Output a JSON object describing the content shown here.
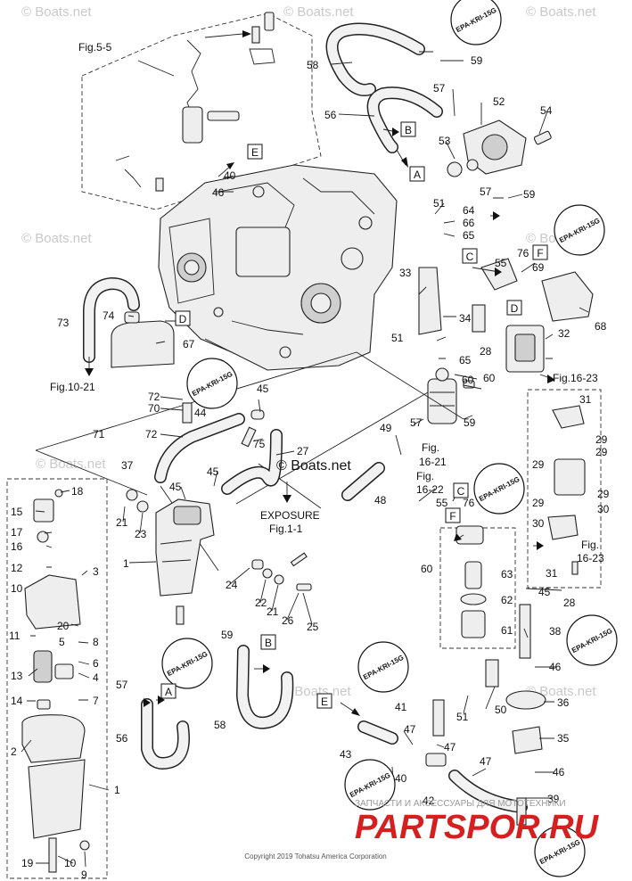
{
  "watermarks": [
    "© Boats.net",
    "© Boats.net",
    "© Boats.net",
    "© Boats.net",
    "© Boats.net",
    "© Boats.net",
    "© Boats.net",
    "© Boats.net"
  ],
  "center_watermark": "© Boats.net",
  "figure_refs": {
    "fig_5_5": "Fig.5-5",
    "fig_10_21": "Fig.10-21",
    "fig_16_23_top": "Fig.16-23",
    "fig_16_21": "Fig.",
    "fig_16_21b": "16-21",
    "fig_16_22": "Fig.",
    "fig_16_22b": "16-22",
    "fig_16_23_bottom": "Fig.",
    "fig_16_23_bottomb": "16-23",
    "exposure": "EXPOSURE",
    "fig_1_1": "Fig.1-1"
  },
  "badge_text": "EPA-KRI-15G",
  "box_letters": [
    "A",
    "B",
    "C",
    "D",
    "E",
    "F"
  ],
  "callouts": [
    "1",
    "2",
    "3",
    "4",
    "5",
    "6",
    "7",
    "8",
    "9",
    "10",
    "11",
    "12",
    "13",
    "14",
    "15",
    "16",
    "17",
    "18",
    "19",
    "20",
    "21",
    "22",
    "23",
    "24",
    "25",
    "26",
    "27",
    "28",
    "29",
    "30",
    "31",
    "32",
    "33",
    "34",
    "35",
    "36",
    "37",
    "38",
    "39",
    "40",
    "41",
    "42",
    "43",
    "44",
    "45",
    "46",
    "47",
    "48",
    "49",
    "50",
    "51",
    "52",
    "53",
    "54",
    "55",
    "56",
    "57",
    "58",
    "59",
    "60",
    "61",
    "62",
    "63",
    "64",
    "65",
    "66",
    "67",
    "68",
    "69",
    "70",
    "71",
    "72",
    "73",
    "74",
    "75",
    "76"
  ],
  "shop_line": "ЗАПЧАСТИ И АКСЕССУАРЫ ДЛЯ МОТОТЕХНИКИ",
  "shop_brand": "PARTSPOR.RU",
  "copyright": "Copyright 2019 Tohatsu America Corporation",
  "colors": {
    "brand_red": "#d61f1f",
    "line": "#222222",
    "watermark": "#c9c9c9"
  }
}
